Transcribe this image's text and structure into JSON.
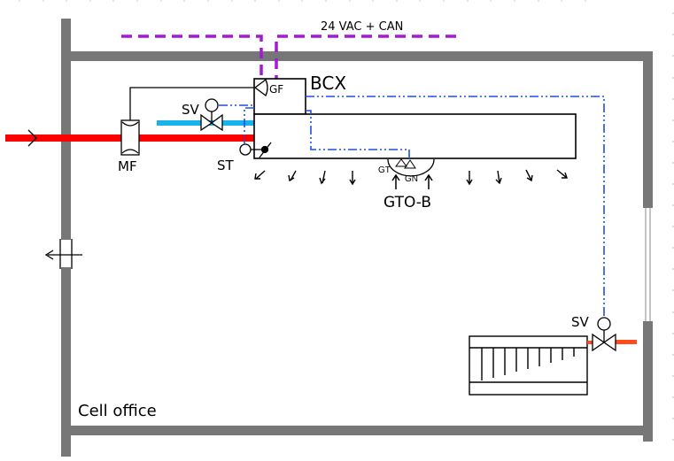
{
  "diagram": {
    "room_label": "Cell office",
    "power_bus_label": "24 VAC + CAN",
    "unit_label": "BCX",
    "sensor_group_label": "GTO-B",
    "components": {
      "gf": "GF",
      "sv_top": "SV",
      "st": "ST",
      "mf": "MF",
      "gt": "GT",
      "gn": "GN",
      "sv_radiator": "SV"
    },
    "colors": {
      "wall": "#777777",
      "supply_air": "#ff0000",
      "cooling_water": "#1ab2ec",
      "heating_water": "#ff4a1a",
      "control_signal": "#1f4fe8",
      "power_can": "#a31ad6",
      "line": "#000000"
    }
  }
}
